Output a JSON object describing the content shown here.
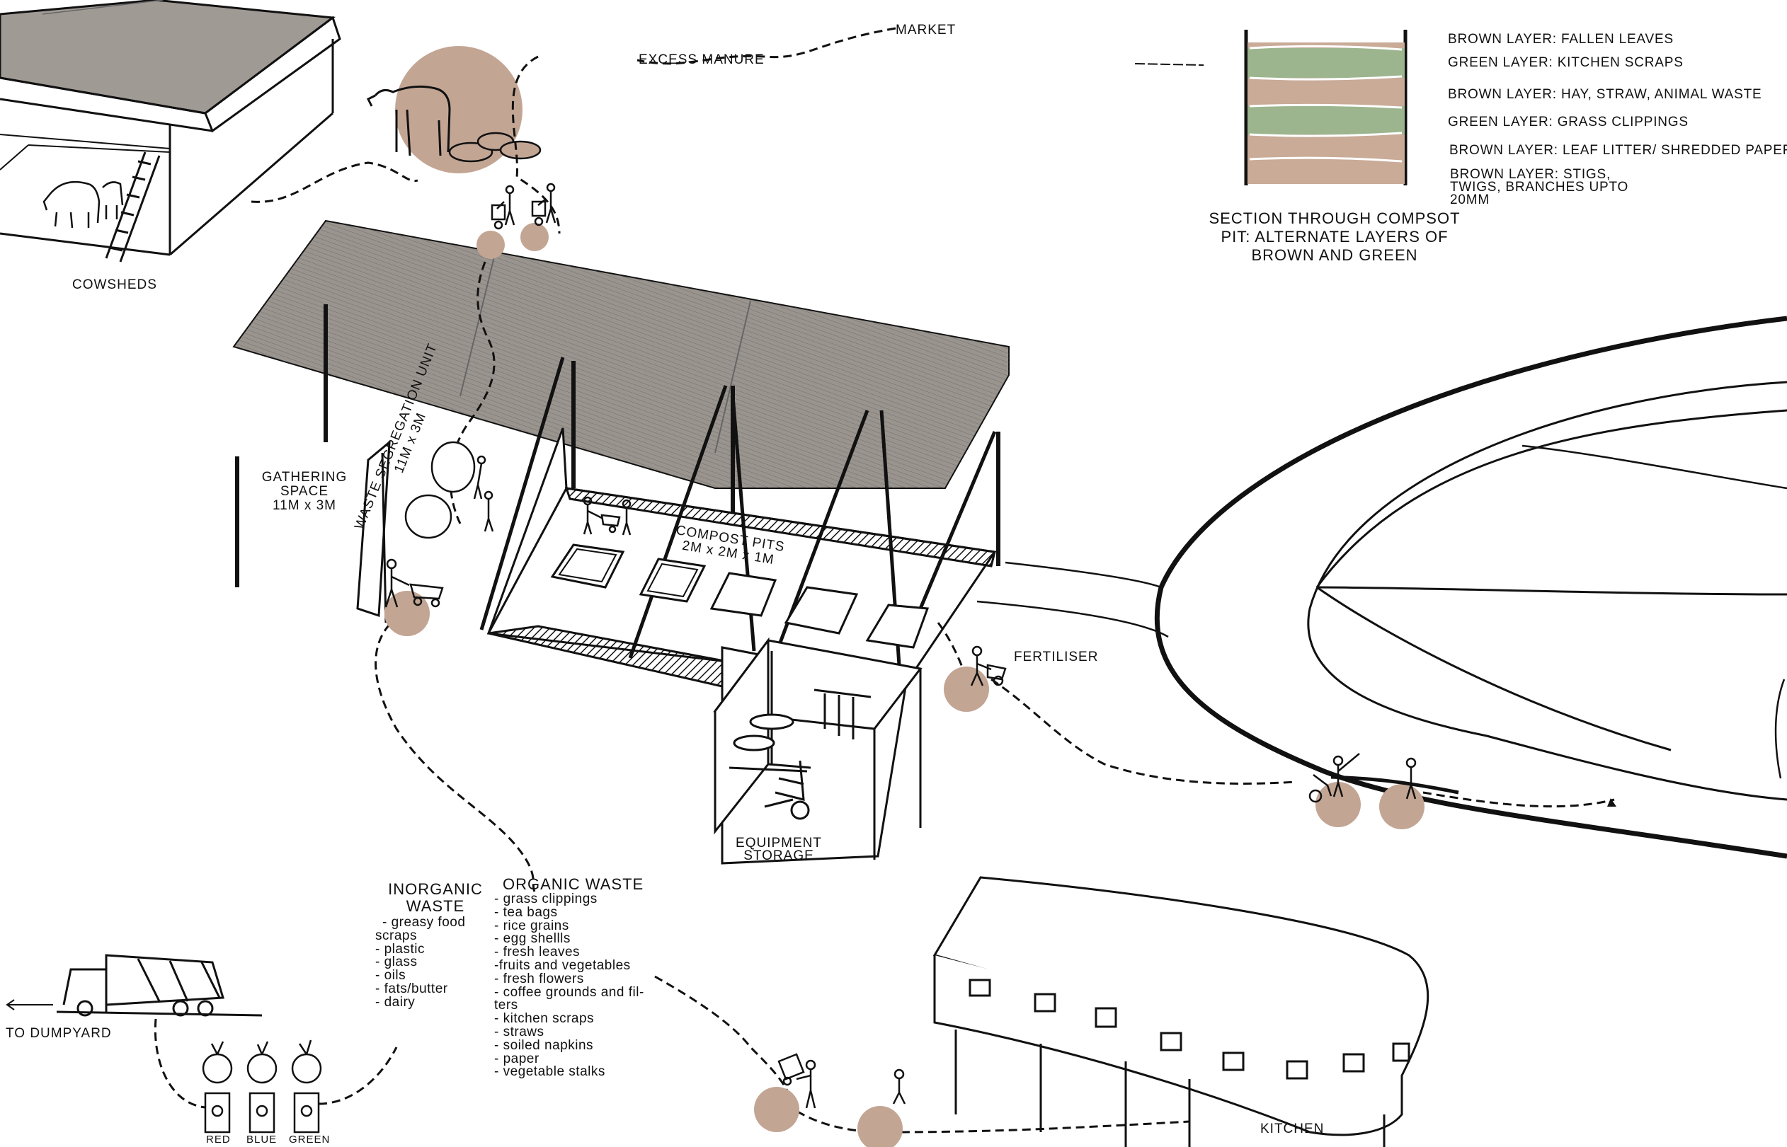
{
  "labels": {
    "market": "MARKET",
    "excess_manure": "EXCESS MANURE",
    "cowsheds": "COWSHEDS",
    "gathering_space": "GATHERING SPACE",
    "gathering_dims": "11M x 3M",
    "waste_segregation": "WASTE SEGREGATION UNIT",
    "waste_segregation_dims": "11M x 3M",
    "compost_pits": "COMPOST PITS",
    "compost_dims": "2M x 2M x 1M",
    "fertiliser": "FERTILISER",
    "equipment_storage_1": "EQUIPMENT",
    "equipment_storage_2": "STORAGE",
    "to_dumpyard": "TO DUMPYARD",
    "kitchen": "KITCHEN",
    "bins": [
      "RED",
      "BLUE",
      "GREEN"
    ]
  },
  "section": {
    "title_lines": [
      "SECTION THROUGH COMPSOT",
      "PIT: ALTERNATE LAYERS OF",
      "BROWN AND GREEN"
    ],
    "layers": [
      {
        "text": "BROWN LAYER: FALLEN LEAVES",
        "color": "#c9ab98"
      },
      {
        "text": "GREEN LAYER: KITCHEN SCRAPS",
        "color": "#9db58e"
      },
      {
        "text": "BROWN LAYER: HAY, STRAW, ANIMAL WASTE",
        "color": "#c9ab98"
      },
      {
        "text": "GREEN LAYER: GRASS CLIPPINGS",
        "color": "#9db58e"
      },
      {
        "text": "BROWN LAYER: LEAF LITTER/ SHREDDED PAPER",
        "color": "#c9ab98"
      },
      {
        "text": "BROWN LAYER: STIGS, TWIGS, BRANCHES UPTO 20MM",
        "color": "#c9ab98"
      }
    ]
  },
  "inorganic": {
    "title_lines": [
      "INORGANIC",
      "WASTE"
    ],
    "items": [
      "- greasy food",
      "scraps",
      "- plastic",
      "- glass",
      "- oils",
      "- fats/butter",
      "- dairy"
    ]
  },
  "organic": {
    "title": "ORGANIC WASTE",
    "items": [
      "- grass clippings",
      "- tea bags",
      "- rice grains",
      "- egg shellls",
      "- fresh leaves",
      "-fruits and vegetables",
      "- fresh flowers",
      "- coffee grounds and fil-",
      "ters",
      "- kitchen scraps",
      "- straws",
      "- soiled napkins",
      "- paper",
      "- vegetable stalks"
    ]
  },
  "colors": {
    "accent_circle": "#c3a594",
    "roof_gray": "#9a948f",
    "ink": "#111111"
  }
}
